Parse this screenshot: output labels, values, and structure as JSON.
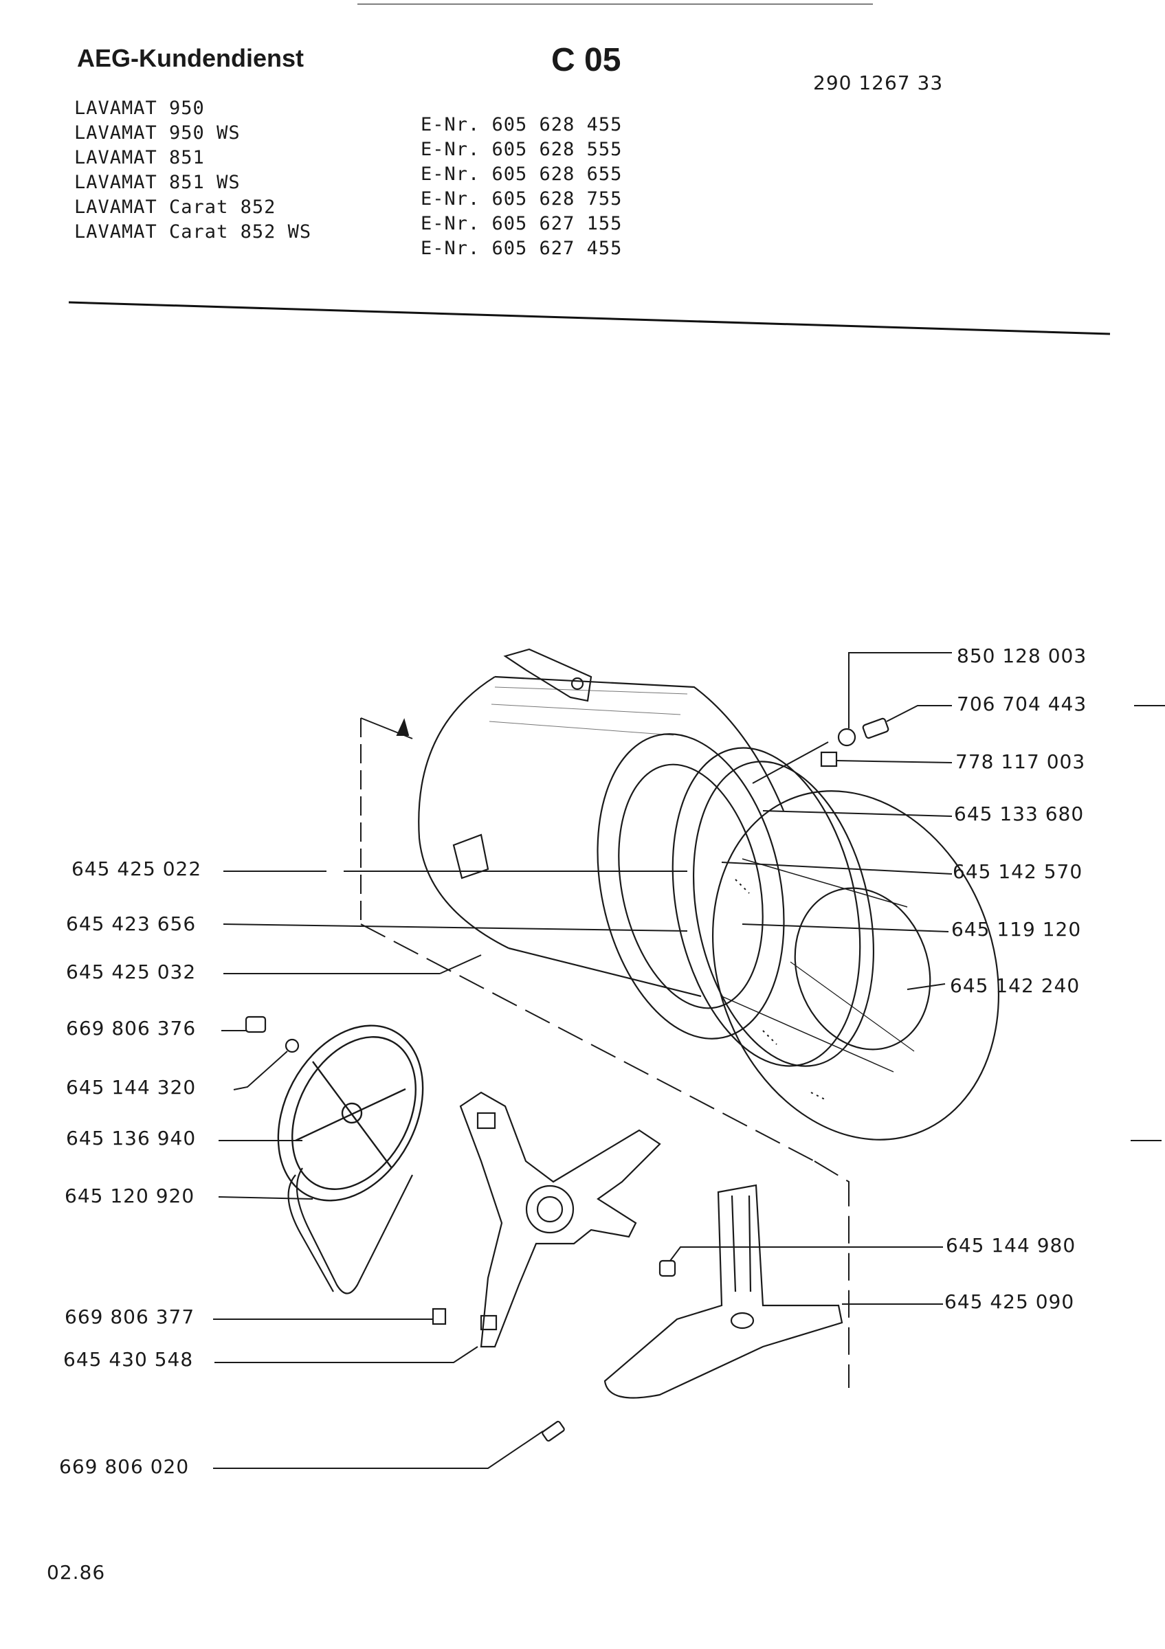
{
  "header": {
    "brand": "AEG-Kundendienst",
    "page_code": "C 05",
    "doc_number": "290 1267 33"
  },
  "models": [
    "LAVAMAT 950",
    "LAVAMAT 950 WS",
    "LAVAMAT 851",
    "LAVAMAT 851 WS",
    "LAVAMAT Carat 852",
    "LAVAMAT Carat 852 WS"
  ],
  "e_numbers": [
    "E-Nr. 605 628 455",
    "E-Nr. 605 628 555",
    "E-Nr. 605 628 655",
    "E-Nr. 605 628 755",
    "E-Nr. 605 627 155",
    "E-Nr. 605 627 455"
  ],
  "parts_left": [
    "645 425 022",
    "645 423 656",
    "645 425 032",
    "669 806 376",
    "645 144 320",
    "645 136 940",
    "645 120 920",
    "669 806 377",
    "645 430 548",
    "669 806 020"
  ],
  "parts_right": [
    "850 128 003",
    "706 704 443",
    "778 117 003",
    "645 133 680",
    "645 142 570",
    "645 119 120",
    "645 142 240",
    "645 144 980",
    "645 425 090"
  ],
  "footer": {
    "date_code": "02.86"
  }
}
